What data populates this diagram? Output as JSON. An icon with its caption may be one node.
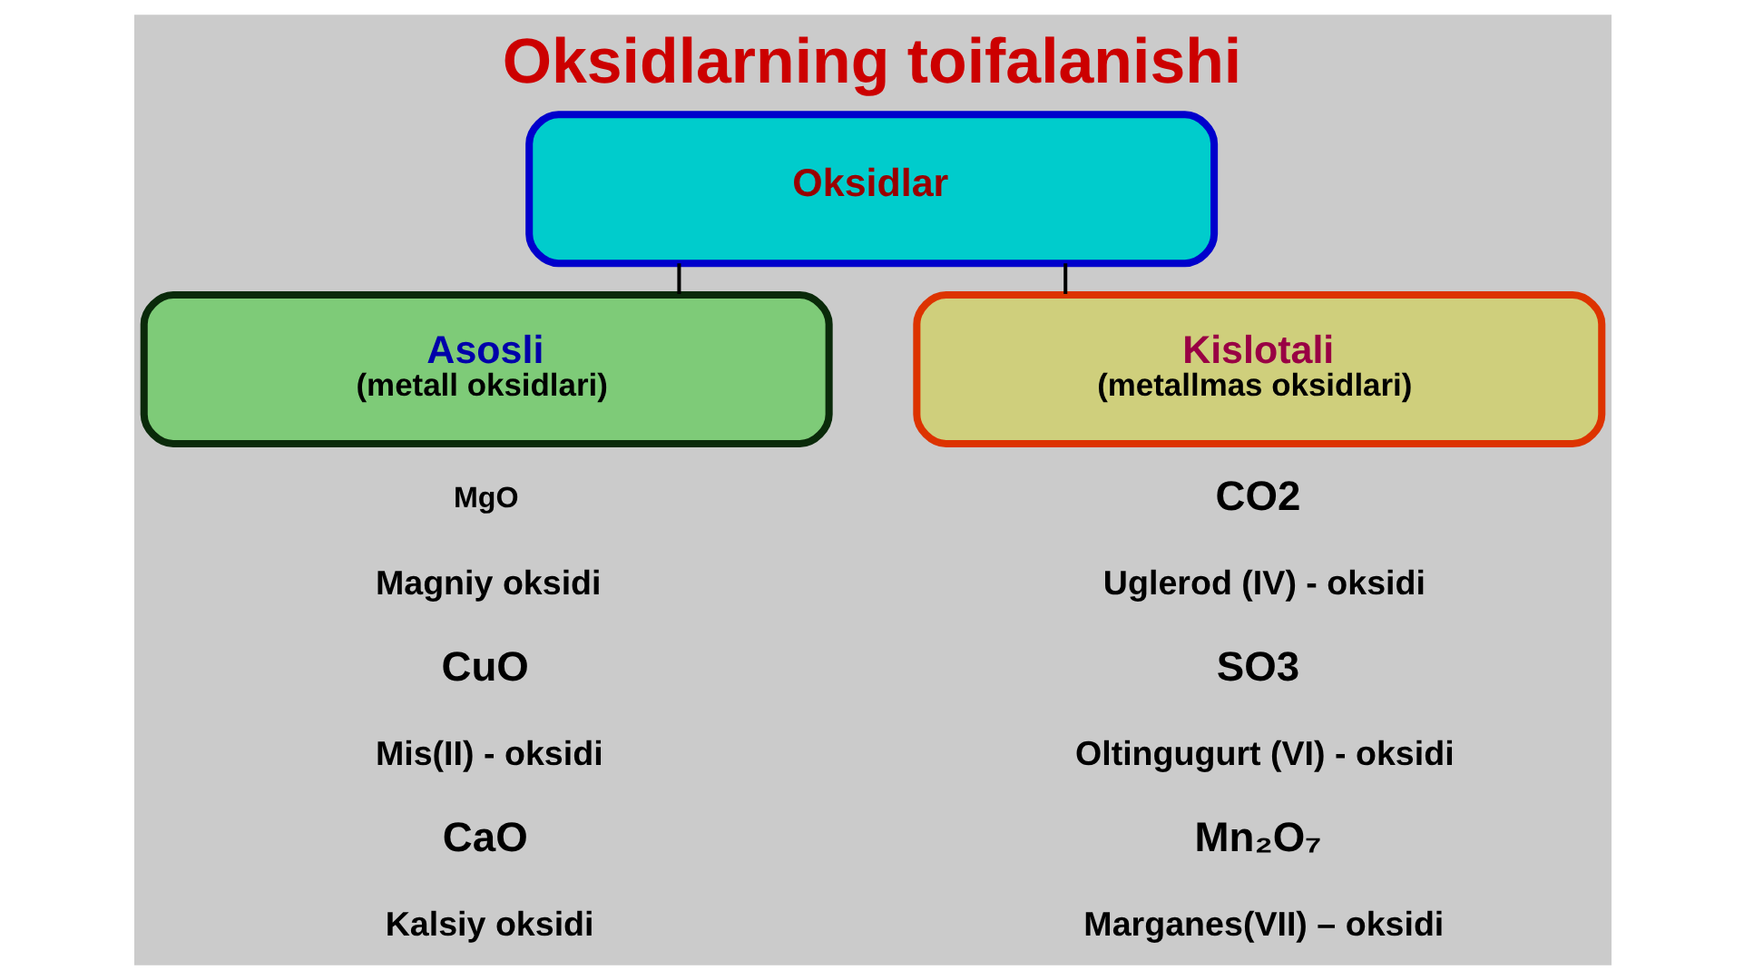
{
  "diagram": {
    "title": "Oksidlarning toifalanishi",
    "nodes": [
      {
        "text": [
          "Oksidlar"
        ]
      },
      {
        "text": [
          "Asosli",
          "(metall oksidlari)"
        ]
      },
      {
        "text": [
          "Kislotali",
          "(metallmas oksidlari)"
        ]
      }
    ],
    "edges": [
      {
        "from": 0,
        "to": 1,
        "arrow": "none"
      },
      {
        "from": 0,
        "to": 2,
        "arrow": "none"
      }
    ],
    "labels": [
      "MgO",
      "Magniy oksidi",
      "CuO",
      "Mis(II) - oksidi",
      "CaO",
      "Kalsiy oksidi",
      "CO2",
      "Uglerod (IV) - oksidi",
      "SO3",
      "Oltingugurt (VI) - oksidi",
      "Mn₂O₇",
      "Marganes(VII) – oksidi"
    ]
  }
}
